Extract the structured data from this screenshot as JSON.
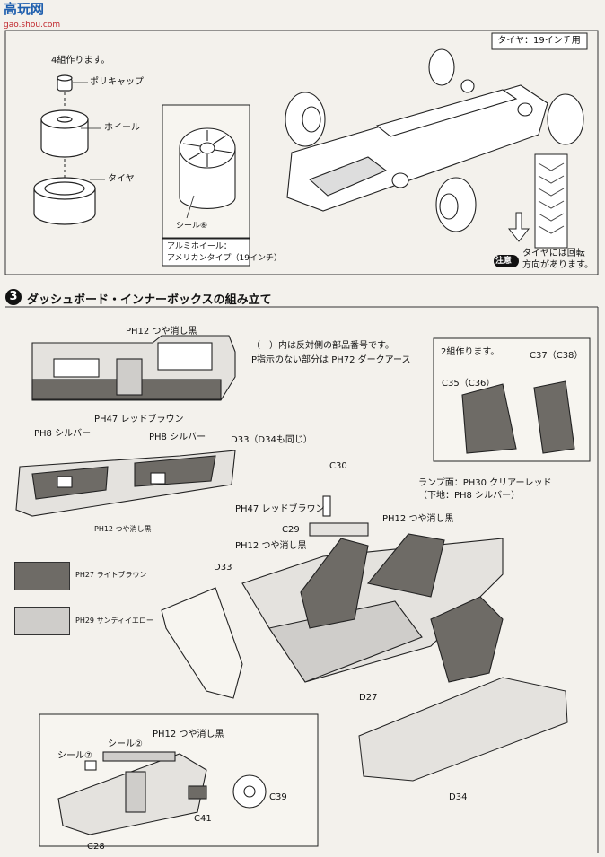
{
  "watermark": {
    "brand": "高玩网",
    "url": "gao.shou.com"
  },
  "tire_section": {
    "note_box": "タイヤ：19インチ用",
    "make_count": "4組作ります。",
    "labels": {
      "poly_cap": "ポリキャップ",
      "wheel": "ホイール",
      "tire": "タイヤ",
      "seal": "シール⑥"
    },
    "wheel_caption_line1": "アルミホイール：",
    "wheel_caption_line2": "アメリカンタイプ（19インチ）",
    "caution_badge": "注意",
    "caution_line1": "タイヤには回転",
    "caution_line2": "方向があります。"
  },
  "step3": {
    "number": "3",
    "title": "ダッシュボード・インナーボックスの組み立て",
    "notes_line1": "（　）内は反対側の部品番号です。",
    "notes_line2": "P指示のない部分は PH72 ダークアース",
    "labels": {
      "ph12_top": "PH12 つや消し黒",
      "ph47_dash": "PH47 レッドブラウン",
      "ph8_left": "PH8 シルバー",
      "ph8_right": "PH8 シルバー",
      "d33_same": "D33（D34も同じ）",
      "ph12_door": "PH12 つや消し黒",
      "c30": "C30",
      "ph47_console": "PH47 レッドブラウン",
      "c29": "C29",
      "ph12_console": "PH12 つや消し黒",
      "d33": "D33",
      "lamp_line1": "ランプ面：PH30 クリアーレッド",
      "lamp_line2": "（下地：PH8 シルバー）",
      "ph12_rear": "PH12 つや消し黒",
      "d27": "D27",
      "d34": "D34",
      "seat_box_title": "2組作ります。",
      "c37": "C37（C38）",
      "c35": "C35（C36）",
      "ph12_inset": "PH12 つや消し黒",
      "seal7": "シール⑦",
      "seal2": "シール②",
      "c39": "C39",
      "c41": "C41",
      "c28": "C28"
    },
    "legend": [
      {
        "label": "PH27 ライトブラウン",
        "color": "#6e6b66"
      },
      {
        "label": "PH29 サンディイエロー",
        "color": "#cfcdca"
      }
    ]
  }
}
